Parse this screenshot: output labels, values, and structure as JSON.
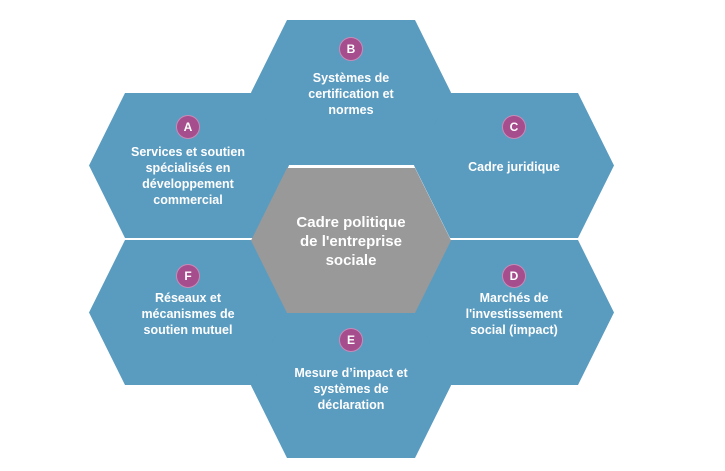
{
  "center": {
    "lines": [
      "Cadre politique",
      "de l'entreprise",
      "sociale"
    ]
  },
  "nodes": {
    "A": {
      "letter": "A",
      "lines": [
        "Services et soutien",
        "spécialisés en",
        "développement",
        "commercial"
      ]
    },
    "B": {
      "letter": "B",
      "lines": [
        "Systèmes de",
        "certification et",
        "normes"
      ]
    },
    "C": {
      "letter": "C",
      "lines": [
        "Cadre juridique"
      ]
    },
    "D": {
      "letter": "D",
      "lines": [
        "Marchés de",
        "l'investissement",
        "social (impact)"
      ]
    },
    "E": {
      "letter": "E",
      "lines": [
        "Mesure d’impact et",
        "systèmes de",
        "déclaration"
      ]
    },
    "F": {
      "letter": "F",
      "lines": [
        "Réseaux et",
        "mécanismes de",
        "soutien mutuel"
      ]
    }
  },
  "colors": {
    "hex_blue": "#5a9bc0",
    "hex_center": "#999999",
    "badge": "#a64d8d"
  }
}
